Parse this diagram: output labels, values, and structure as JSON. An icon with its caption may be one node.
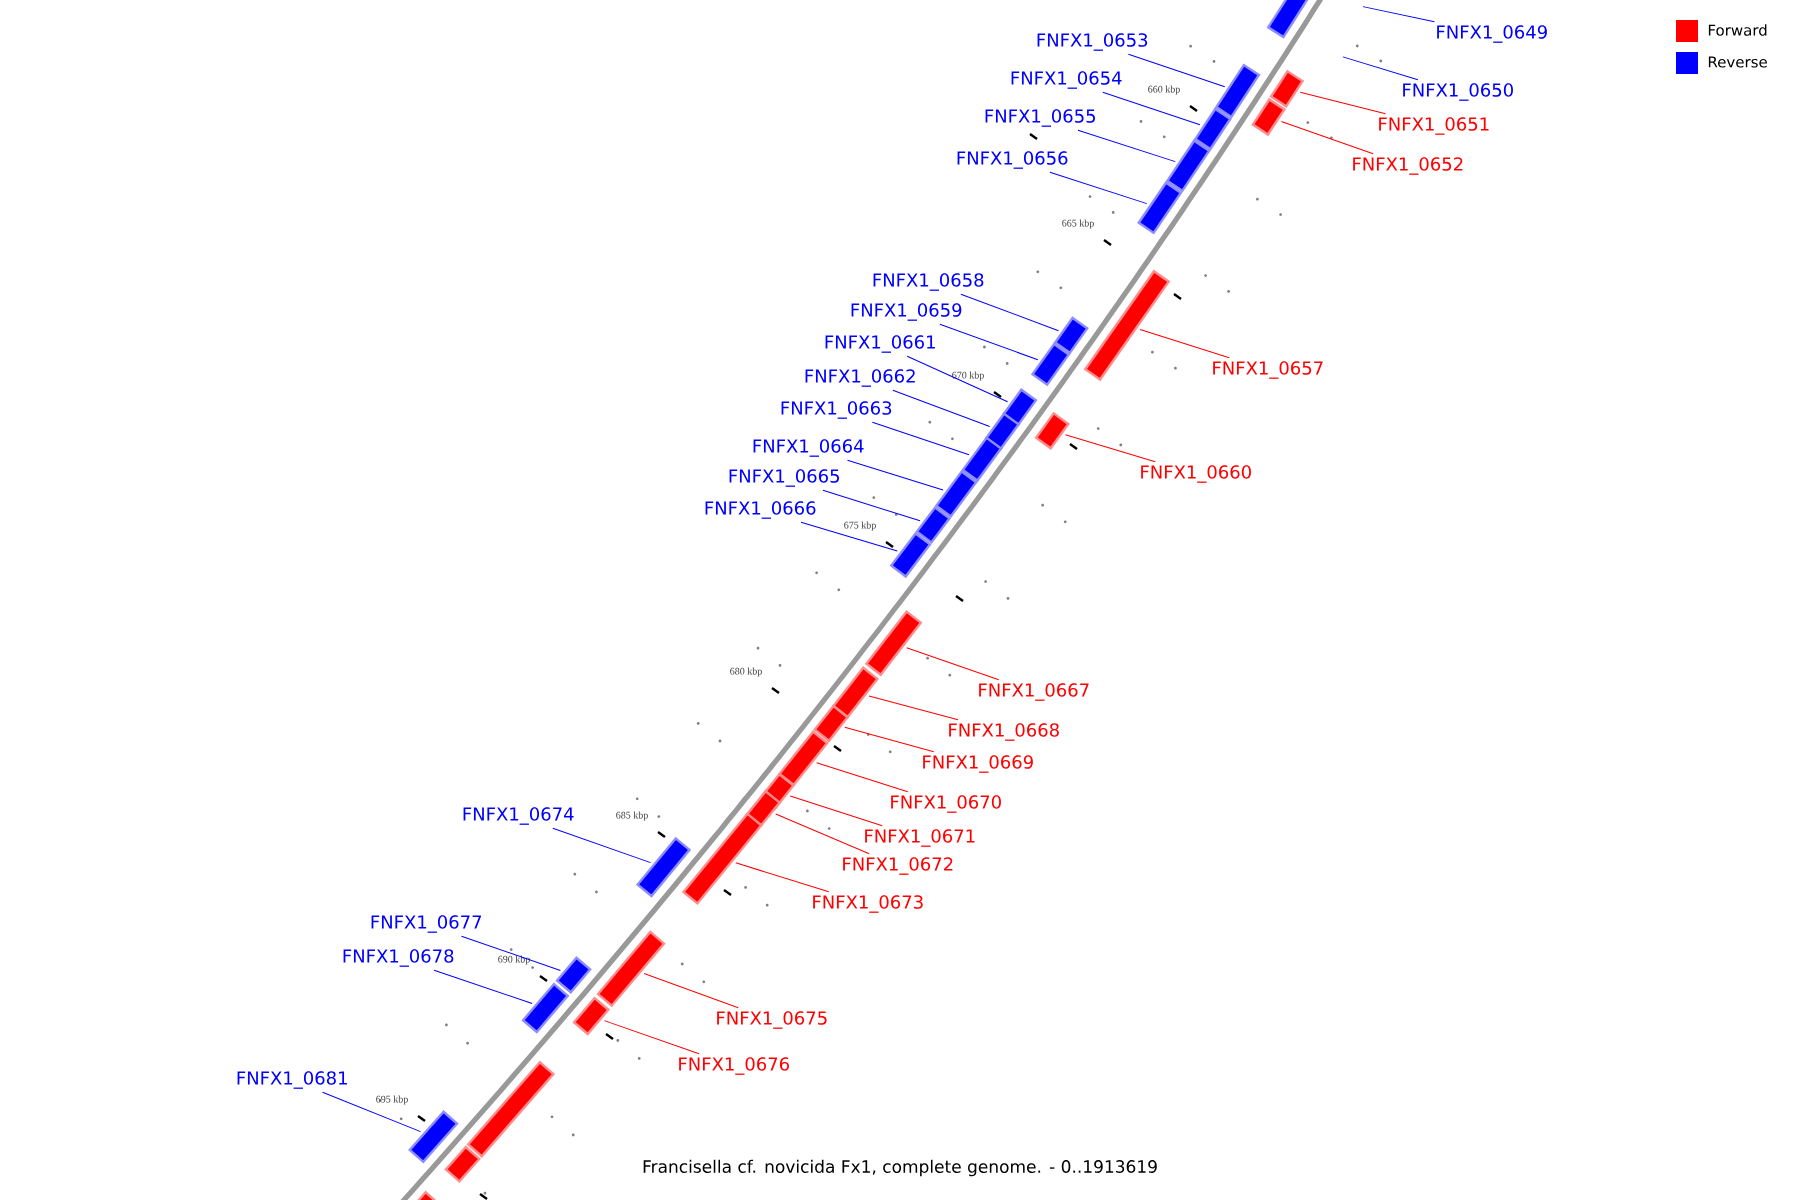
{
  "diagram": {
    "caption": "Francisella cf. novicida Fx1, complete genome. - 0..1913619",
    "nodes": [
      {
        "text": [
          "FNFX1_0649"
        ]
      },
      {
        "text": [
          "FNFX1_0650"
        ]
      },
      {
        "text": [
          "FNFX1_0653"
        ]
      },
      {
        "text": [],
        "shape": "box"
      },
      {
        "text": [
          "FNFX1_0654"
        ]
      },
      {
        "text": [],
        "shape": "box"
      },
      {
        "text": [
          "FNFX1_0651"
        ]
      },
      {
        "text": [],
        "shape": "box"
      },
      {
        "text": [
          "FNFX1_0652"
        ]
      },
      {
        "text": [],
        "shape": "box"
      },
      {
        "text": [
          "FNFX1_0655"
        ]
      },
      {
        "text": [],
        "shape": "box"
      },
      {
        "text": [
          "FNFX1_0656"
        ]
      },
      {
        "text": [],
        "shape": "box"
      },
      {
        "text": [
          "FNFX1_0658"
        ]
      },
      {
        "text": [],
        "shape": "box"
      },
      {
        "text": [
          "FNFX1_0657"
        ]
      },
      {
        "text": [],
        "shape": "box"
      },
      {
        "text": [
          "FNFX1_0659"
        ]
      },
      {
        "text": [],
        "shape": "box"
      },
      {
        "text": [
          "FNFX1_0661"
        ]
      },
      {
        "text": [],
        "shape": "box"
      },
      {
        "text": [
          "FNFX1_0662"
        ]
      },
      {
        "text": [],
        "shape": "box"
      },
      {
        "text": [
          "FNFX1_0663"
        ]
      },
      {
        "text": [],
        "shape": "box"
      },
      {
        "text": [
          "FNFX1_0660"
        ]
      },
      {
        "text": [],
        "shape": "box"
      },
      {
        "text": [
          "FNFX1_0664"
        ]
      },
      {
        "text": [],
        "shape": "box"
      },
      {
        "text": [
          "FNFX1_0665"
        ]
      },
      {
        "text": [],
        "shape": "box"
      },
      {
        "text": [
          "FNFX1_0666"
        ]
      },
      {
        "text": [],
        "shape": "box"
      },
      {
        "text": [
          "FNFX1_0667"
        ]
      },
      {
        "text": [],
        "shape": "box"
      },
      {
        "text": [
          "FNFX1_0668"
        ]
      },
      {
        "text": [],
        "shape": "box"
      },
      {
        "text": [
          "FNFX1_0669"
        ]
      },
      {
        "text": [],
        "shape": "box"
      },
      {
        "text": [
          "FNFX1_0670"
        ]
      },
      {
        "text": [],
        "shape": "box"
      },
      {
        "text": [
          "FNFX1_0671"
        ]
      },
      {
        "text": [],
        "shape": "box"
      },
      {
        "text": [
          "FNFX1_0672"
        ]
      },
      {
        "text": [],
        "shape": "box"
      },
      {
        "text": [
          "FNFX1_0673"
        ]
      },
      {
        "text": [],
        "shape": "box"
      },
      {
        "text": [
          "FNFX1_0674"
        ]
      },
      {
        "text": [],
        "shape": "box"
      },
      {
        "text": [
          "FNFX1_0677"
        ]
      },
      {
        "text": [],
        "shape": "box"
      },
      {
        "text": [
          "FNFX1_0675"
        ]
      },
      {
        "text": [],
        "shape": "box"
      },
      {
        "text": [
          "FNFX1_0678"
        ]
      },
      {
        "text": [],
        "shape": "box"
      },
      {
        "text": [
          "FNFX1_0676"
        ]
      },
      {
        "text": [],
        "shape": "box"
      },
      {
        "text": [
          "FNFX1_0681"
        ]
      },
      {
        "text": [],
        "shape": "box"
      },
      {
        "text": [],
        "shape": "box"
      },
      {
        "text": [],
        "shape": "box"
      },
      {
        "text": [],
        "shape": "box"
      },
      {
        "text": [],
        "shape": "box"
      }
    ],
    "edges": [
      {
        "from": 0,
        "to": null,
        "arrow": "none",
        "color": "#0000ff"
      },
      {
        "from": 1,
        "to": null,
        "arrow": "none",
        "color": "#0000ff"
      },
      {
        "from": 2,
        "to": 3,
        "arrow": "none",
        "color": "#0000ff"
      },
      {
        "from": 4,
        "to": 5,
        "arrow": "none",
        "color": "#0000ff"
      },
      {
        "from": 6,
        "to": 7,
        "arrow": "none",
        "color": "#ff0000"
      },
      {
        "from": 8,
        "to": 9,
        "arrow": "none",
        "color": "#ff0000"
      },
      {
        "from": 10,
        "to": 11,
        "arrow": "none",
        "color": "#0000ff"
      },
      {
        "from": 12,
        "to": 13,
        "arrow": "none",
        "color": "#0000ff"
      },
      {
        "from": 14,
        "to": 15,
        "arrow": "none",
        "color": "#0000ff"
      },
      {
        "from": 16,
        "to": 17,
        "arrow": "none",
        "color": "#ff0000"
      },
      {
        "from": 18,
        "to": 19,
        "arrow": "none",
        "color": "#0000ff"
      },
      {
        "from": 20,
        "to": 21,
        "arrow": "none",
        "color": "#0000ff"
      },
      {
        "from": 22,
        "to": 23,
        "arrow": "none",
        "color": "#0000ff"
      },
      {
        "from": 24,
        "to": 25,
        "arrow": "none",
        "color": "#0000ff"
      },
      {
        "from": 26,
        "to": 27,
        "arrow": "none",
        "color": "#ff0000"
      },
      {
        "from": 28,
        "to": 29,
        "arrow": "none",
        "color": "#0000ff"
      },
      {
        "from": 30,
        "to": 31,
        "arrow": "none",
        "color": "#0000ff"
      },
      {
        "from": 32,
        "to": 33,
        "arrow": "none",
        "color": "#0000ff"
      },
      {
        "from": 34,
        "to": 35,
        "arrow": "none",
        "color": "#ff0000"
      },
      {
        "from": 36,
        "to": 37,
        "arrow": "none",
        "color": "#ff0000"
      },
      {
        "from": 38,
        "to": 39,
        "arrow": "none",
        "color": "#ff0000"
      },
      {
        "from": 40,
        "to": 41,
        "arrow": "none",
        "color": "#ff0000"
      },
      {
        "from": 42,
        "to": 43,
        "arrow": "none",
        "color": "#ff0000"
      },
      {
        "from": 44,
        "to": 45,
        "arrow": "none",
        "color": "#ff0000"
      },
      {
        "from": 46,
        "to": 47,
        "arrow": "none",
        "color": "#ff0000"
      },
      {
        "from": 48,
        "to": 49,
        "arrow": "none",
        "color": "#0000ff"
      },
      {
        "from": 50,
        "to": 51,
        "arrow": "none",
        "color": "#0000ff"
      },
      {
        "from": 52,
        "to": 53,
        "arrow": "none",
        "color": "#ff0000"
      },
      {
        "from": 54,
        "to": 55,
        "arrow": "none",
        "color": "#0000ff"
      },
      {
        "from": 56,
        "to": 57,
        "arrow": "none",
        "color": "#ff0000"
      },
      {
        "from": 58,
        "to": 59,
        "arrow": "none",
        "color": "#0000ff"
      }
    ],
    "labels": [
      "660 kbp",
      "665 kbp",
      "670 kbp",
      "675 kbp",
      "680 kbp",
      "685 kbp",
      "690 kbp",
      "695 kbp"
    ],
    "legend": [
      {
        "text": "Forward",
        "color": "#ff0000"
      },
      {
        "text": "Reverse",
        "color": "#0000ff"
      }
    ]
  }
}
